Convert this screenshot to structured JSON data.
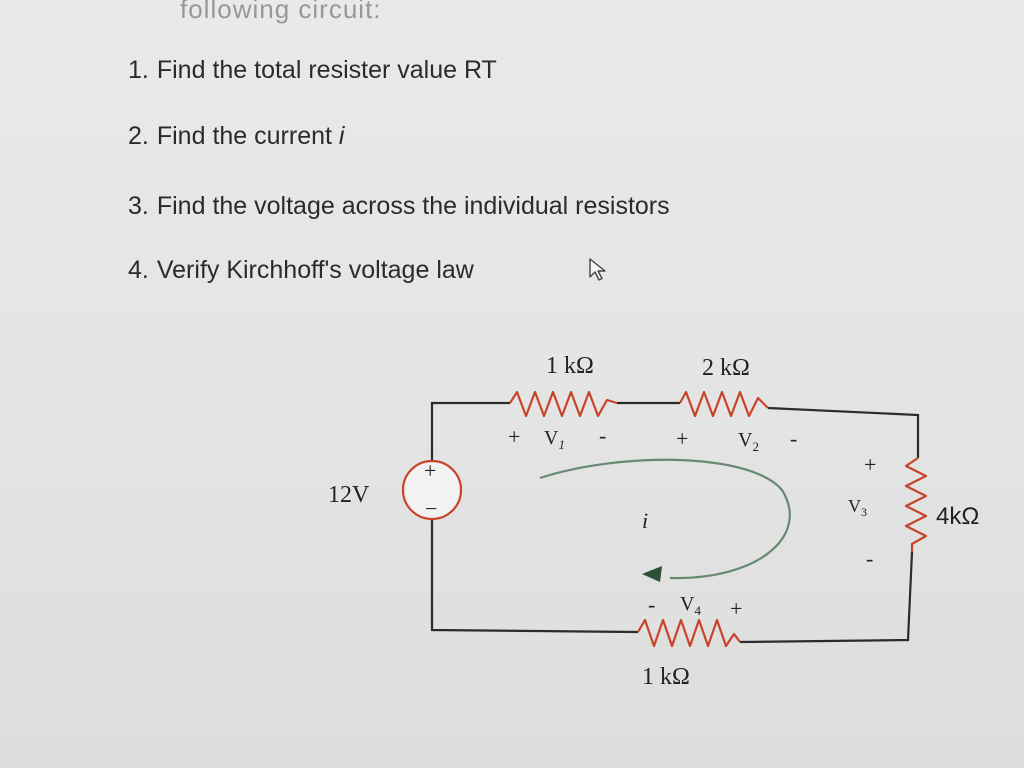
{
  "header_partial": "following circuit:",
  "questions": [
    {
      "number": "1.",
      "text": "Find the total resister value RT",
      "italic_suffix": ""
    },
    {
      "number": "2.",
      "text": "Find the current ",
      "italic_suffix": "i"
    },
    {
      "number": "3.",
      "text": "Find the voltage across the individual resistors",
      "italic_suffix": ""
    },
    {
      "number": "4.",
      "text": "Verify Kirchhoff's voltage law",
      "italic_suffix": ""
    }
  ],
  "circuit": {
    "source_label": "12V",
    "source_plus": "+",
    "source_minus": "−",
    "r1_label": "1 kΩ",
    "r2_label": "2 kΩ",
    "r3_label": "4kΩ",
    "r4_label": "1 kΩ",
    "v1_label": "V",
    "v1_sub": "1",
    "v2_label": "V",
    "v2_sub": "2",
    "v3_label": "V",
    "v3_sub": "3",
    "v4_label": "V",
    "v4_sub": "4",
    "plus": "+",
    "minus": "-",
    "current_label": "i",
    "colors": {
      "wire": "#2b2b2b",
      "resistor": "#c8432a",
      "loop_arrow": "#3f6b4e"
    }
  }
}
